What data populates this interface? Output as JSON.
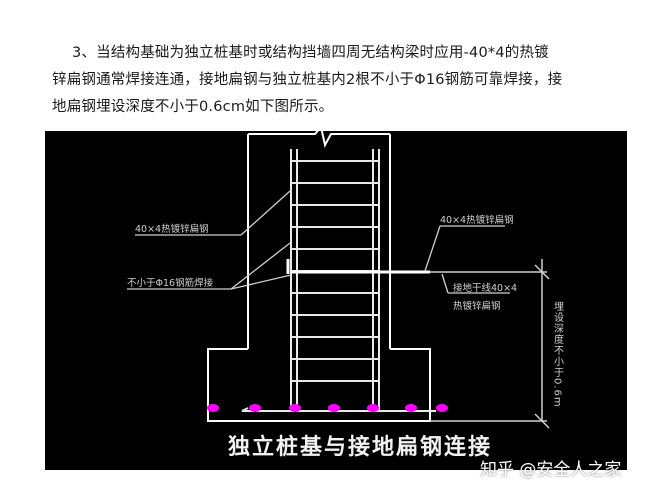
{
  "paragraph": {
    "line1": "3、当结构基础为独立桩基时或结构挡墙四周无结构梁时应用-40*4的热镀",
    "line2": "锌扁钢通常焊接连通，接地扁钢与独立桩基内2根不小于Φ16钢筋可靠焊接，接",
    "line3": "地扁钢埋设深度不小于0.6cm如下图所示。"
  },
  "figure": {
    "label_left_strip": "40×4热镀锌扁钢",
    "label_right_strip": "40×4热镀锌扁钢",
    "label_weld": "不小于Φ16钢筋焊接",
    "label_connect_1": "接地干线40×4",
    "label_connect_2": "热镀锌扁钢",
    "label_depth": "埋设深度不小于0.6m",
    "caption": "独立桩基与接地扁钢连接"
  },
  "watermark": "知乎 @安全人之家",
  "colors": {
    "background": "#000000",
    "structure": "#ffffff",
    "rebar": "#e8e8e8",
    "dimension": "#d0d0d0",
    "label": "#cfcfcf",
    "bars": "#ff00ff",
    "caption": "#f2f2f2"
  }
}
